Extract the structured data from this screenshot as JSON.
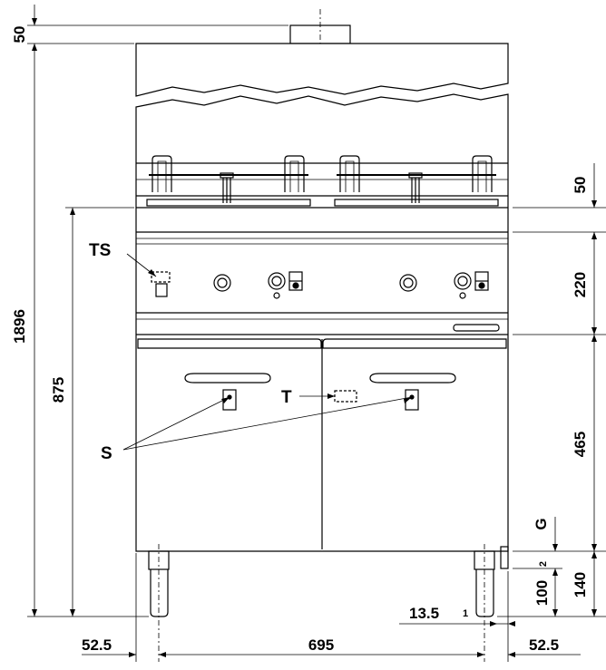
{
  "dimensions": {
    "top_chimney": "50",
    "total_height": "1896",
    "worktop_height": "875",
    "basket_clearance": "50",
    "control_panel": "220",
    "door_zone": "465",
    "leg_adjust": "140",
    "leg_height": "100",
    "leg_offset_small": "2",
    "leg_side_offset": "13.5",
    "note_marker": "1",
    "left_side": "52.5",
    "width": "695",
    "right_side": "52.5"
  },
  "labels": {
    "thermostat_safety": "TS",
    "thermostat": "T",
    "switches": "S",
    "gas_connection": "G"
  },
  "colors": {
    "line": "#000000",
    "fill": "#ffffff"
  }
}
